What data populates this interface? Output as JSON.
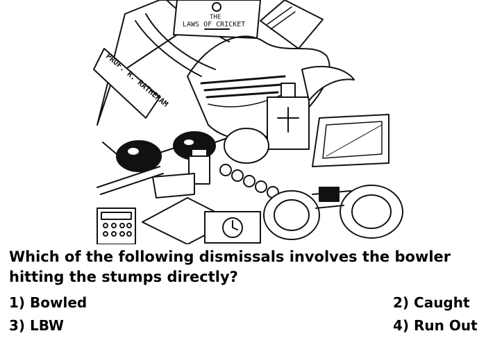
{
  "illustration": {
    "book_title_line1": "THE",
    "book_title_line2": "LAWS OF CRICKET",
    "bag_label": "PROF. R. RATHERAM"
  },
  "question": {
    "text": "Which of the following dismissals involves the bowler hitting the stumps directly?"
  },
  "options": [
    {
      "label": "1) Bowled"
    },
    {
      "label": "2) Caught"
    },
    {
      "label": "3) LBW"
    },
    {
      "label": "4) Run Out"
    }
  ]
}
